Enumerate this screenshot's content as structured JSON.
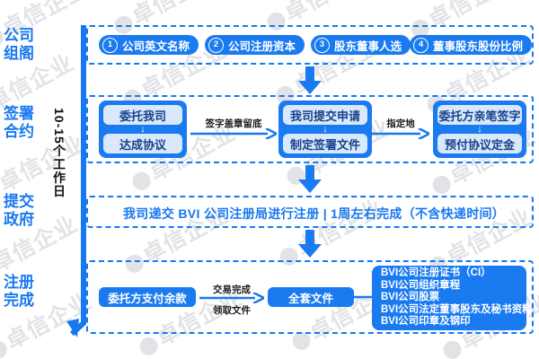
{
  "colors": {
    "primary": "#1a7bf0",
    "dashed_border": "#1878f0",
    "cell_bg": "#d9e8fb",
    "cell_text": "#15428b",
    "banner_text": "#1878f0",
    "watermark": "#e2e3e6",
    "caption_text": "#1b1b1b"
  },
  "watermark": {
    "text": "卓信企业"
  },
  "timeline": {
    "duration_label": "10-15个工作日",
    "stages": [
      {
        "line1": "公司",
        "line2": "组阁"
      },
      {
        "line1": "签署",
        "line2": "合约"
      },
      {
        "line1": "提交",
        "line2": "政府"
      },
      {
        "line1": "注册",
        "line2": "完成"
      }
    ]
  },
  "row_company": {
    "items": [
      {
        "num": "1",
        "label": "公司英文名称"
      },
      {
        "num": "2",
        "label": "公司注册资本"
      },
      {
        "num": "3",
        "label": "股东董事人选"
      },
      {
        "num": "4",
        "label": "董事股东股份比例"
      }
    ]
  },
  "row_contract": {
    "group1": {
      "top": "委托我司",
      "arrow": "↓",
      "bottom": "达成协议"
    },
    "connector1": {
      "caption": "签字盖章留底"
    },
    "group2": {
      "top": "我司提交申请",
      "arrow": "↓",
      "bottom": "制定签署文件"
    },
    "connector2": {
      "caption": "指定地"
    },
    "group3": {
      "top": "委托方亲笔签字",
      "arrow": "↓",
      "bottom": "预付协议定金"
    }
  },
  "row_government": {
    "text": "我司递交 BVI 公司注册局进行注册  |  1周左右完成（不含快递时间）"
  },
  "row_complete": {
    "payment": "委托方支付余款",
    "connector": {
      "caption_top": "交易完成",
      "caption_bottom": "领取文件"
    },
    "package": "全套文件",
    "documents": [
      "BVI公司注册证书（CI）",
      "BVI公司组织章程",
      "BVI公司股票",
      "BVI公司法定董事股东及秘书资料",
      "BVI公司印章及钢印"
    ]
  }
}
